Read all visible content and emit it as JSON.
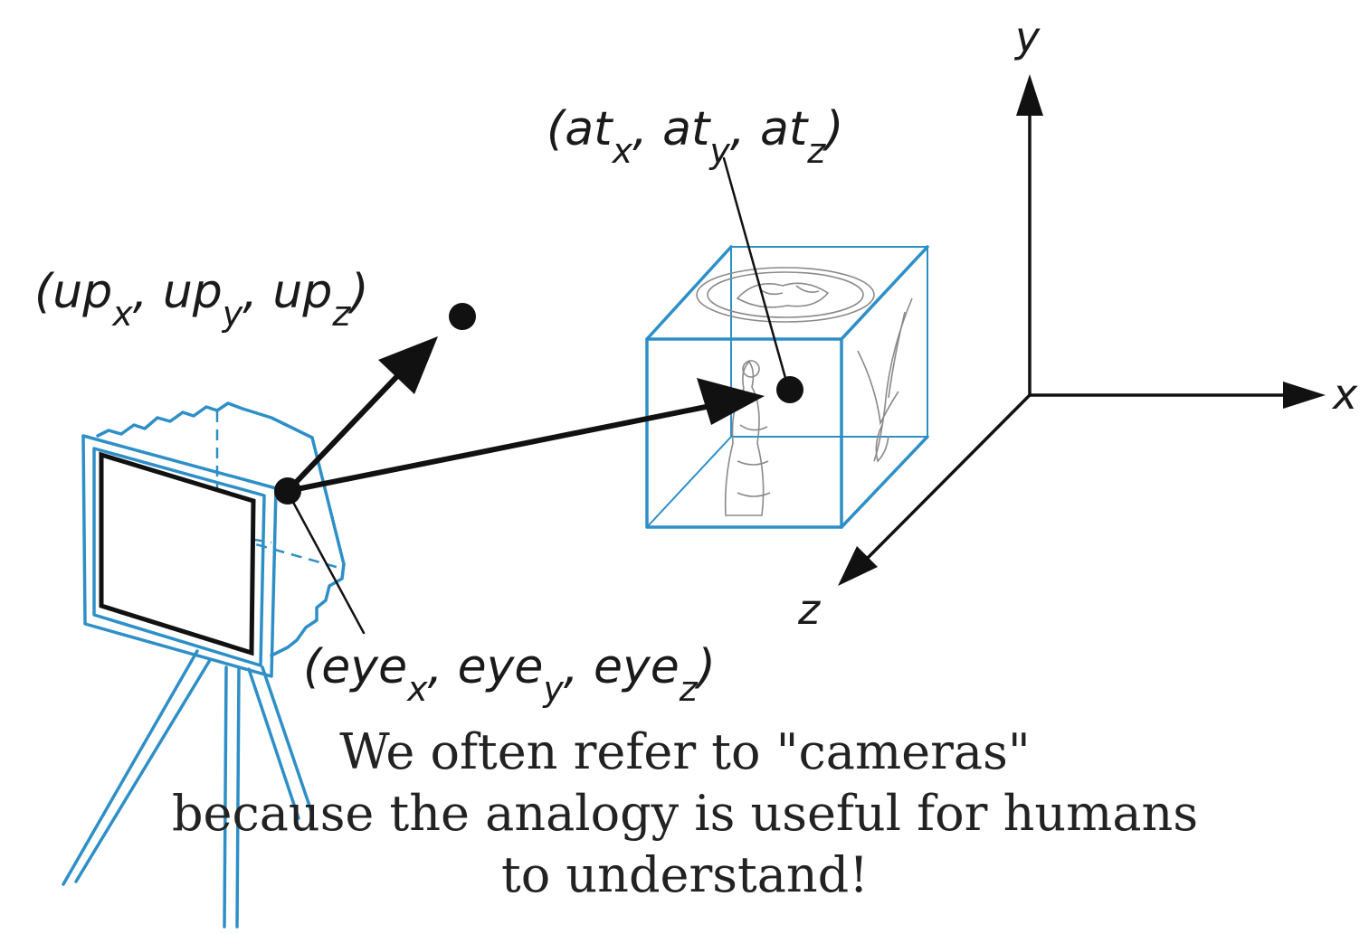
{
  "labels": {
    "at": {
      "prefix": "at",
      "components": [
        "x",
        "y",
        "z"
      ]
    },
    "up": {
      "prefix": "up",
      "components": [
        "x",
        "y",
        "z"
      ]
    },
    "eye": {
      "prefix": "eye",
      "components": [
        "x",
        "y",
        "z"
      ]
    }
  },
  "axes": {
    "x": "x",
    "y": "y",
    "z": "z"
  },
  "caption": {
    "line1": "We often refer to \"cameras\"",
    "line2": "because the analogy is useful for humans",
    "line3": "to understand!"
  },
  "colors": {
    "wire": "#2e8fc7",
    "ink": "#111111",
    "caption": "#222222"
  }
}
